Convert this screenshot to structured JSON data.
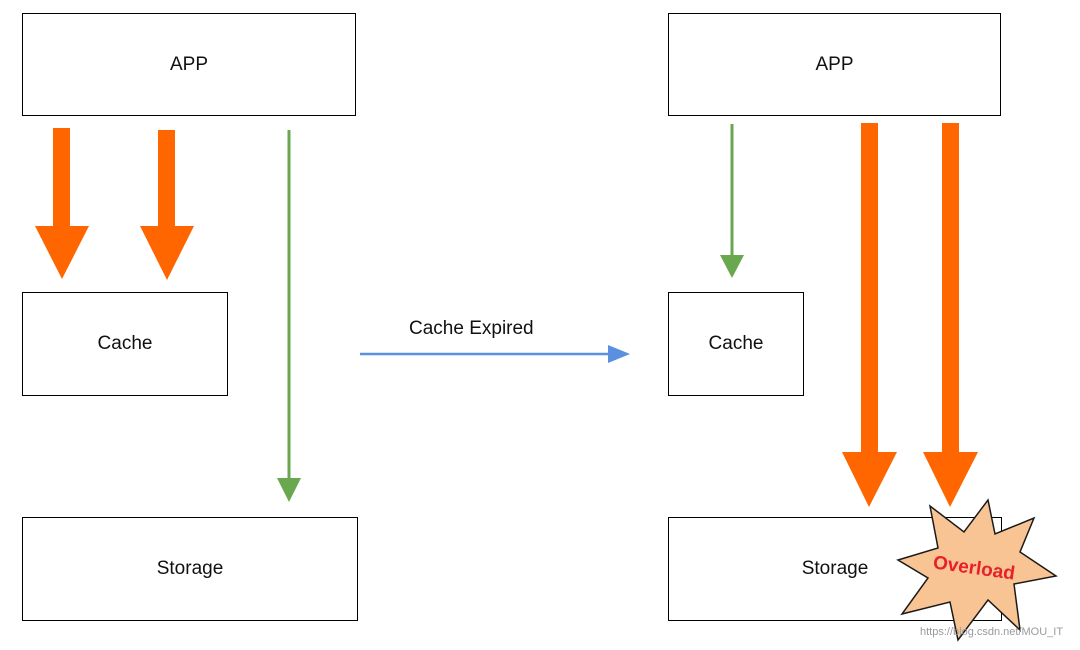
{
  "left_panel": {
    "app_label": "APP",
    "cache_label": "Cache",
    "storage_label": "Storage"
  },
  "right_panel": {
    "app_label": "APP",
    "cache_label": "Cache",
    "storage_label": "Storage",
    "burst_label": "Overload"
  },
  "transition_label": "Cache Expired",
  "watermark": "https://blog.csdn.net/MOU_IT",
  "colors": {
    "heavy_arrow": "#ff6600",
    "light_arrow": "#6aa84f",
    "transition_arrow": "#5b8fe0",
    "burst_fill": "#f9c493",
    "burst_text": "#e8202a"
  }
}
